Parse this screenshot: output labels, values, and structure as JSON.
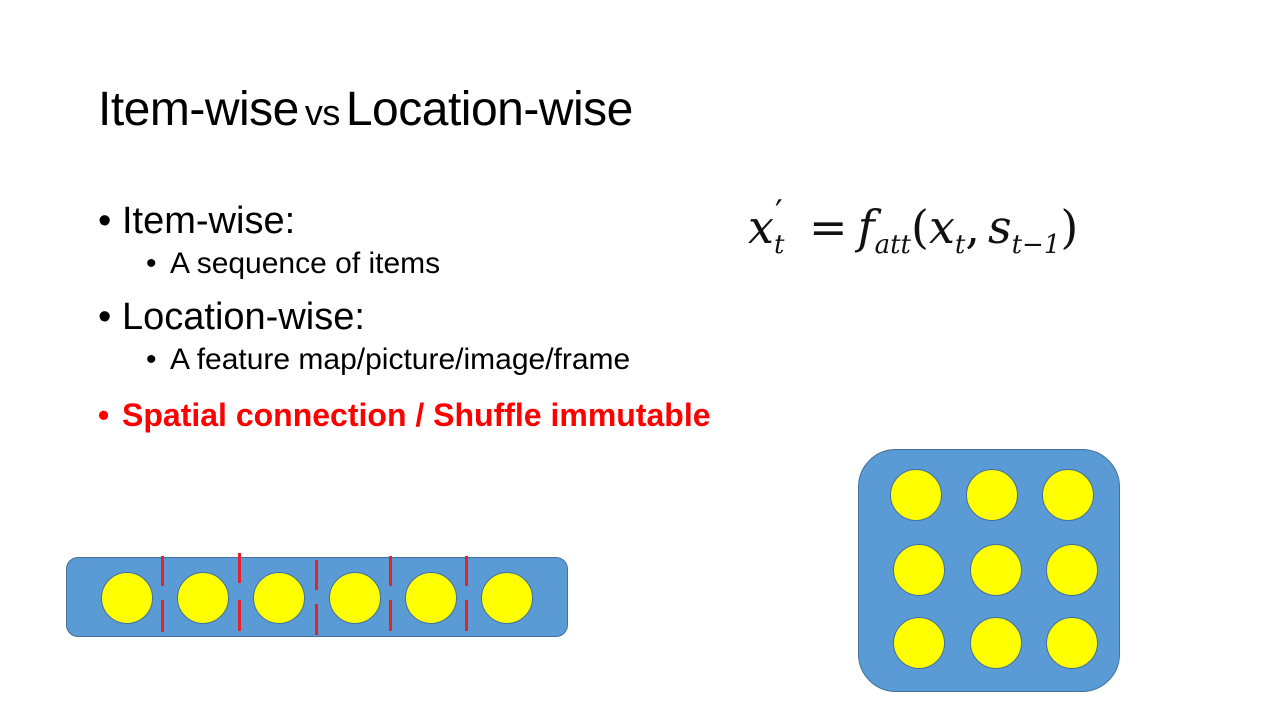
{
  "slide": {
    "title": {
      "part1": "Item-wise",
      "vs": "vs",
      "part2": "Location-wise"
    },
    "bullets": [
      {
        "text": "Item-wise:",
        "sub": [
          "A sequence of items"
        ]
      },
      {
        "text": "Location-wise:",
        "sub": [
          "A feature map/picture/image/frame"
        ]
      }
    ],
    "highlight": "Spatial connection / Shuffle immutable",
    "bullet_symbol": "•",
    "formula": {
      "lhs_var": "x",
      "lhs_sup": "′",
      "lhs_sub": "t",
      "equals": "=",
      "func": "f",
      "func_sub": "att",
      "open": "(",
      "arg1": "x",
      "arg1_sub": "t",
      "comma": ",",
      "arg2": "s",
      "arg2_sub": "t−1",
      "close": ")"
    }
  },
  "colors": {
    "box_fill": "#5b9bd5",
    "circle_fill": "#ffff00",
    "divider": "#e8202a",
    "highlight_text": "#ff0000"
  }
}
